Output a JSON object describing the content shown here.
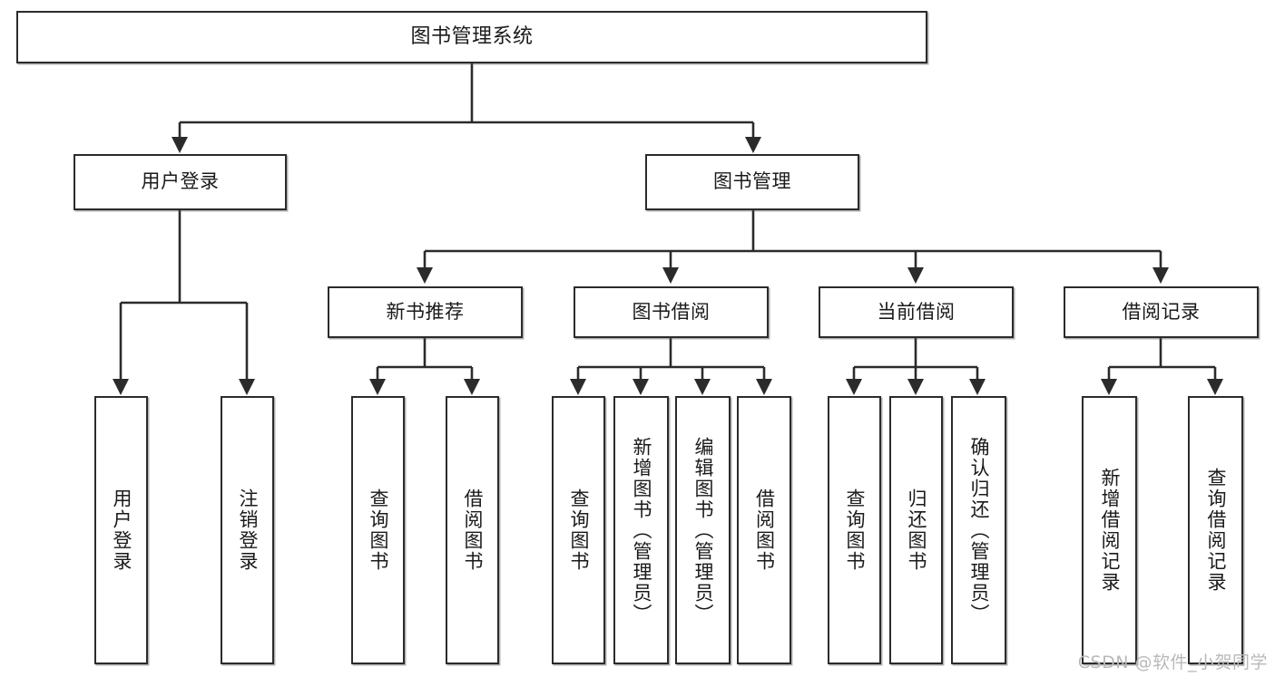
{
  "diagram": {
    "type": "tree-hierarchy",
    "orientation": "top-down",
    "title": "图书管理系统",
    "watermark": "CSDN @软件_小贺同学",
    "colors": {
      "box_border": "#2b2b2b",
      "box_fill": "#ffffff",
      "connector": "#2b2b2b",
      "watermark": "#b9b9b9",
      "background": "#ffffff"
    },
    "root": {
      "id": "root",
      "label": "图书管理系统"
    },
    "level2": [
      {
        "id": "user-login",
        "label": "用户登录"
      },
      {
        "id": "book-manage",
        "label": "图书管理"
      }
    ],
    "level3": [
      {
        "id": "new-book-rec",
        "label": "新书推荐",
        "parent": "book-manage"
      },
      {
        "id": "book-borrow",
        "label": "图书借阅",
        "parent": "book-manage"
      },
      {
        "id": "current-borrow",
        "label": "当前借阅",
        "parent": "book-manage"
      },
      {
        "id": "borrow-record",
        "label": "借阅记录",
        "parent": "book-manage"
      }
    ],
    "leaves": {
      "user-login": [
        {
          "id": "leaf-user-login",
          "label": "用户登录"
        },
        {
          "id": "leaf-logout",
          "label": "注销登录"
        }
      ],
      "new-book-rec": [
        {
          "id": "leaf-query-book-1",
          "label": "查询图书"
        },
        {
          "id": "leaf-borrow-book-1",
          "label": "借阅图书"
        }
      ],
      "book-borrow": [
        {
          "id": "leaf-query-book-2",
          "label": "查询图书"
        },
        {
          "id": "leaf-add-book",
          "label": "新增图书（管理员）"
        },
        {
          "id": "leaf-edit-book",
          "label": "编辑图书（管理员）"
        },
        {
          "id": "leaf-borrow-book-2",
          "label": "借阅图书"
        }
      ],
      "current-borrow": [
        {
          "id": "leaf-query-book-3",
          "label": "查询图书"
        },
        {
          "id": "leaf-return-book",
          "label": "归还图书"
        },
        {
          "id": "leaf-confirm-return",
          "label": "确认归还（管理员）"
        }
      ],
      "borrow-record": [
        {
          "id": "leaf-add-record",
          "label": "新增借阅记录"
        },
        {
          "id": "leaf-query-record",
          "label": "查询借阅记录"
        }
      ]
    }
  }
}
